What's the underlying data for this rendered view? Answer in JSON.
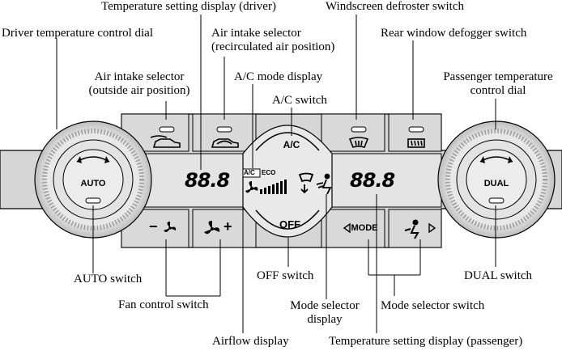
{
  "labels": {
    "temp_display_driver": "Temperature setting display (driver)",
    "windscreen_defroster": "Windscreen defroster switch",
    "driver_dial": "Driver temperature control dial",
    "intake_recirc_line1": "Air intake selector",
    "intake_recirc_line2": "(recirculated air position)",
    "rear_defogger": "Rear window defogger switch",
    "intake_outside_line1": "Air intake selector",
    "intake_outside_line2": "(outside air position)",
    "ac_mode_display": "A/C mode display",
    "passenger_dial_line1": "Passenger temperature",
    "passenger_dial_line2": "control dial",
    "ac_switch": "A/C switch",
    "auto_switch": "AUTO switch",
    "off_switch": "OFF switch",
    "dual_switch": "DUAL switch",
    "fan_control": "Fan control switch",
    "mode_selector_display_line1": "Mode selector",
    "mode_selector_display_line2": "display",
    "mode_selector_switch": "Mode selector switch",
    "airflow_display": "Airflow display",
    "temp_display_passenger": "Temperature setting display (passenger)"
  },
  "panel": {
    "auto_label": "AUTO",
    "dual_label": "DUAL",
    "ac_label": "A/C",
    "off_label": "OFF",
    "mode_label": "MODE",
    "driver_temp": "88.8",
    "passenger_temp": "88.8",
    "ac_indicator": "A/C",
    "eco_indicator": "ECO",
    "fan_minus": "−",
    "fan_plus": "+"
  },
  "colors": {
    "panel": "#dcdcdc",
    "display": "#e6e6e6",
    "line": "#000000",
    "dial_outer": "#d2d2d2",
    "dial_inner": "#ececec"
  },
  "icons": [
    "car-recirc-icon",
    "car-outside-icon",
    "windscreen-defrost-icon",
    "rear-defog-icon",
    "fan-icon",
    "mode-person-icon",
    "airflow-bar-icon"
  ]
}
